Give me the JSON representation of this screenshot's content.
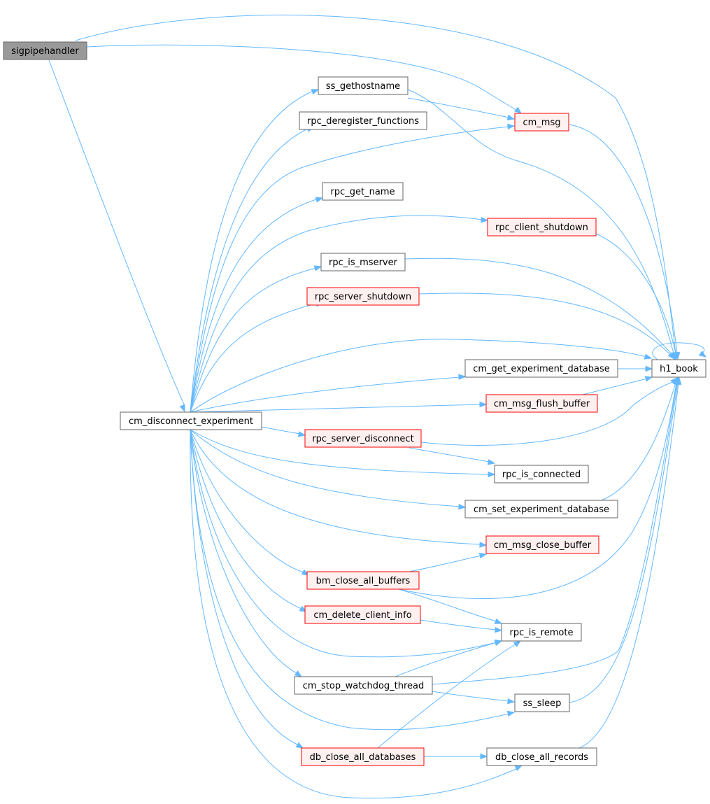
{
  "colors": {
    "edge": "#63b8ff",
    "root_fill": "#999999",
    "root_stroke": "#666666",
    "default_fill": "#ffffff",
    "default_stroke": "#666666",
    "missing_fill": "#fff0f0",
    "missing_stroke": "#ff0000"
  },
  "nodes": [
    {
      "id": "sigpipehandler",
      "label": "sigpipehandler",
      "style": "root"
    },
    {
      "id": "cm_disconnect_experiment",
      "label": "cm_disconnect_experiment",
      "style": "default"
    },
    {
      "id": "ss_gethostname",
      "label": "ss_gethostname",
      "style": "default"
    },
    {
      "id": "rpc_deregister_functions",
      "label": "rpc_deregister_functions",
      "style": "default"
    },
    {
      "id": "cm_msg",
      "label": "cm_msg",
      "style": "missing"
    },
    {
      "id": "rpc_get_name",
      "label": "rpc_get_name",
      "style": "default"
    },
    {
      "id": "rpc_client_shutdown",
      "label": "rpc_client_shutdown",
      "style": "missing"
    },
    {
      "id": "rpc_is_mserver",
      "label": "rpc_is_mserver",
      "style": "default"
    },
    {
      "id": "rpc_server_shutdown",
      "label": "rpc_server_shutdown",
      "style": "missing"
    },
    {
      "id": "h1_book",
      "label": "h1_book",
      "style": "default"
    },
    {
      "id": "cm_get_experiment_database",
      "label": "cm_get_experiment_database",
      "style": "default"
    },
    {
      "id": "cm_msg_flush_buffer",
      "label": "cm_msg_flush_buffer",
      "style": "missing"
    },
    {
      "id": "rpc_server_disconnect",
      "label": "rpc_server_disconnect",
      "style": "missing"
    },
    {
      "id": "rpc_is_connected",
      "label": "rpc_is_connected",
      "style": "default"
    },
    {
      "id": "cm_set_experiment_database",
      "label": "cm_set_experiment_database",
      "style": "default"
    },
    {
      "id": "cm_msg_close_buffer",
      "label": "cm_msg_close_buffer",
      "style": "missing"
    },
    {
      "id": "bm_close_all_buffers",
      "label": "bm_close_all_buffers",
      "style": "missing"
    },
    {
      "id": "cm_delete_client_info",
      "label": "cm_delete_client_info",
      "style": "missing"
    },
    {
      "id": "rpc_is_remote",
      "label": "rpc_is_remote",
      "style": "default"
    },
    {
      "id": "cm_stop_watchdog_thread",
      "label": "cm_stop_watchdog_thread",
      "style": "default"
    },
    {
      "id": "ss_sleep",
      "label": "ss_sleep",
      "style": "default"
    },
    {
      "id": "db_close_all_databases",
      "label": "db_close_all_databases",
      "style": "missing"
    },
    {
      "id": "db_close_all_records",
      "label": "db_close_all_records",
      "style": "default"
    }
  ],
  "edges": [
    {
      "from": "sigpipehandler",
      "to": "cm_disconnect_experiment"
    },
    {
      "from": "sigpipehandler",
      "to": "cm_msg"
    },
    {
      "from": "sigpipehandler",
      "to": "h1_book"
    },
    {
      "from": "cm_disconnect_experiment",
      "to": "ss_gethostname"
    },
    {
      "from": "cm_disconnect_experiment",
      "to": "rpc_deregister_functions"
    },
    {
      "from": "cm_disconnect_experiment",
      "to": "cm_msg"
    },
    {
      "from": "cm_disconnect_experiment",
      "to": "rpc_get_name"
    },
    {
      "from": "cm_disconnect_experiment",
      "to": "rpc_client_shutdown"
    },
    {
      "from": "cm_disconnect_experiment",
      "to": "rpc_is_mserver"
    },
    {
      "from": "cm_disconnect_experiment",
      "to": "rpc_server_shutdown"
    },
    {
      "from": "cm_disconnect_experiment",
      "to": "h1_book"
    },
    {
      "from": "cm_disconnect_experiment",
      "to": "cm_get_experiment_database"
    },
    {
      "from": "cm_disconnect_experiment",
      "to": "cm_msg_flush_buffer"
    },
    {
      "from": "cm_disconnect_experiment",
      "to": "rpc_server_disconnect"
    },
    {
      "from": "cm_disconnect_experiment",
      "to": "rpc_is_connected"
    },
    {
      "from": "cm_disconnect_experiment",
      "to": "cm_set_experiment_database"
    },
    {
      "from": "cm_disconnect_experiment",
      "to": "cm_msg_close_buffer"
    },
    {
      "from": "cm_disconnect_experiment",
      "to": "bm_close_all_buffers"
    },
    {
      "from": "cm_disconnect_experiment",
      "to": "cm_delete_client_info"
    },
    {
      "from": "cm_disconnect_experiment",
      "to": "rpc_is_remote"
    },
    {
      "from": "cm_disconnect_experiment",
      "to": "cm_stop_watchdog_thread"
    },
    {
      "from": "cm_disconnect_experiment",
      "to": "ss_sleep"
    },
    {
      "from": "cm_disconnect_experiment",
      "to": "db_close_all_databases"
    },
    {
      "from": "cm_disconnect_experiment",
      "to": "db_close_all_records"
    },
    {
      "from": "ss_gethostname",
      "to": "cm_msg"
    },
    {
      "from": "ss_gethostname",
      "to": "h1_book"
    },
    {
      "from": "cm_msg",
      "to": "h1_book"
    },
    {
      "from": "rpc_client_shutdown",
      "to": "h1_book"
    },
    {
      "from": "rpc_is_mserver",
      "to": "h1_book"
    },
    {
      "from": "rpc_server_shutdown",
      "to": "h1_book"
    },
    {
      "from": "h1_book",
      "to": "h1_book"
    },
    {
      "from": "cm_get_experiment_database",
      "to": "h1_book"
    },
    {
      "from": "cm_msg_flush_buffer",
      "to": "h1_book"
    },
    {
      "from": "rpc_server_disconnect",
      "to": "h1_book"
    },
    {
      "from": "rpc_server_disconnect",
      "to": "rpc_is_connected"
    },
    {
      "from": "cm_set_experiment_database",
      "to": "h1_book"
    },
    {
      "from": "bm_close_all_buffers",
      "to": "cm_msg_close_buffer"
    },
    {
      "from": "bm_close_all_buffers",
      "to": "h1_book"
    },
    {
      "from": "bm_close_all_buffers",
      "to": "rpc_is_remote"
    },
    {
      "from": "cm_delete_client_info",
      "to": "rpc_is_remote"
    },
    {
      "from": "cm_stop_watchdog_thread",
      "to": "rpc_is_remote"
    },
    {
      "from": "cm_stop_watchdog_thread",
      "to": "h1_book"
    },
    {
      "from": "cm_stop_watchdog_thread",
      "to": "ss_sleep"
    },
    {
      "from": "ss_sleep",
      "to": "h1_book"
    },
    {
      "from": "db_close_all_databases",
      "to": "rpc_is_remote"
    },
    {
      "from": "db_close_all_databases",
      "to": "db_close_all_records"
    },
    {
      "from": "db_close_all_records",
      "to": "h1_book"
    }
  ]
}
